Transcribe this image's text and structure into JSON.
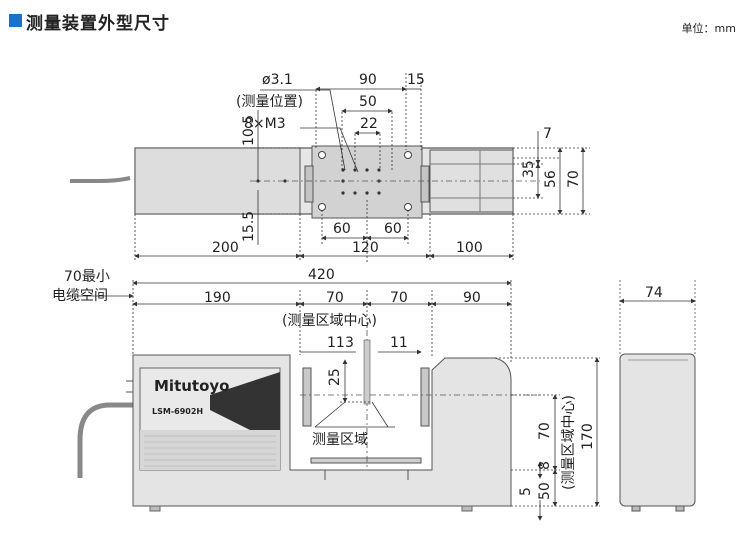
{
  "header": {
    "title": "测量装置外型尺寸",
    "unit": "单位：mm",
    "accent_color": "#1a73c9"
  },
  "top_view": {
    "hole_dia": "ø3.1",
    "hole_note": "(测量位置)",
    "screw": "8×M3",
    "dim_90": "90",
    "dim_15": "15",
    "dim_50": "50",
    "dim_22": "22",
    "dim_10_5": "10.5",
    "dim_15_5": "15.5",
    "dim_7": "7",
    "dim_35": "35",
    "dim_56": "56",
    "dim_70": "70",
    "dim_60a": "60",
    "dim_60b": "60",
    "dim_120": "120",
    "dim_200": "200",
    "dim_100": "100"
  },
  "front_view": {
    "min_space": "70最小",
    "cable_space": "电缆空间",
    "dim_420": "420",
    "dim_190": "190",
    "dim_70a": "70",
    "dim_70b": "70",
    "dim_90": "90",
    "center_note": "(测量区域中心)",
    "dim_11a": "11",
    "dim_3": "3",
    "dim_11b": "11",
    "dim_25": "25",
    "area_label": "测量区域",
    "dim_70v": "70",
    "side_center": "(测量区域中心)",
    "dim_170": "170",
    "dim_8": "8",
    "dim_5": "5",
    "dim_50": "50",
    "brand": "Mitutoyo",
    "model": "LSM-6902H"
  },
  "side_view": {
    "dim_74": "74"
  }
}
